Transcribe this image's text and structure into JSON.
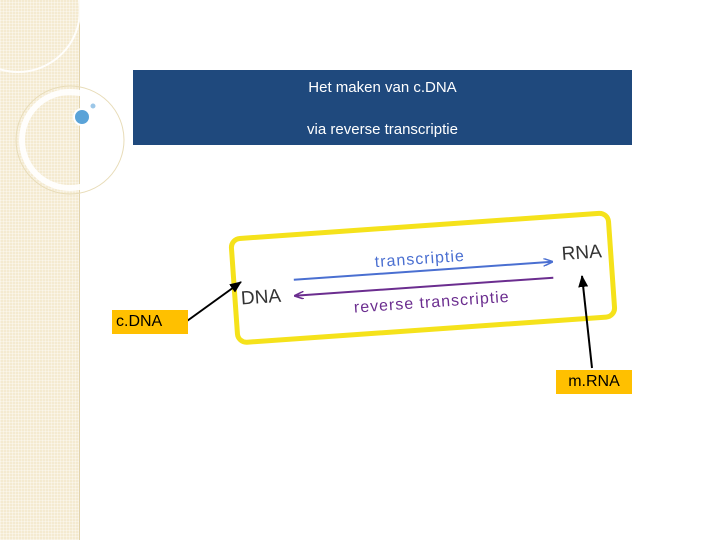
{
  "title": {
    "line1": "Het maken van c.DNA",
    "line2": "via reverse transcriptie"
  },
  "figure": {
    "dna": "DNA",
    "rna": "RNA",
    "forward": "transcriptie",
    "reverse": "reverse transcriptie"
  },
  "labels": {
    "cdna": "c.DNA",
    "mrna": "m.RNA"
  },
  "colors": {
    "title_bg": "#1f497d",
    "frame": "#f5e21b",
    "forward_arrow": "#4a6fd1",
    "reverse_arrow": "#6b2d8f",
    "label_bg": "#ffc000"
  }
}
